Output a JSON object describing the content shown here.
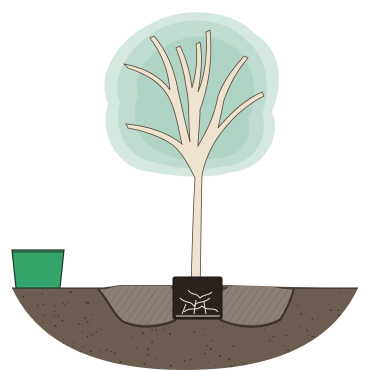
{
  "illustration": {
    "subject": "tree-planting-diagram",
    "elements": [
      "tree-canopy",
      "tree-trunk",
      "tree-branches",
      "root-ball",
      "planting-hole",
      "loosened-soil",
      "ground-soil",
      "empty-nursery-pot"
    ]
  },
  "colors": {
    "background": "#ffffff",
    "canopy_light": "#cfe6dc",
    "canopy_mid": "#b5d8c9",
    "canopy_dark": "#9fcab8",
    "trunk_fill": "#eee3cf",
    "trunk_outline": "#5a4a3a",
    "soil": "#6b5d50",
    "soil_speckle": "#3d342c",
    "loosened_soil": "#8d8177",
    "hole_edge": "#3a302a",
    "root_ball": "#2a221d",
    "roots": "#e9e2d6",
    "pot_fill": "#34a56a",
    "pot_outline": "#1d3b2c"
  }
}
